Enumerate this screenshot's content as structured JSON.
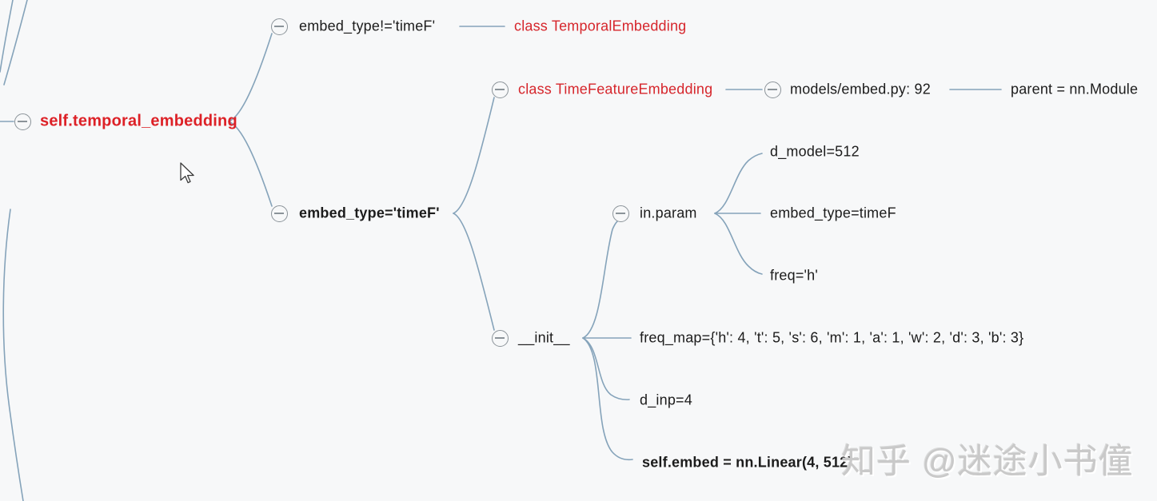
{
  "colors": {
    "background": "#f7f8f9",
    "branch_line": "#85a3ba",
    "toggle_gray": "#8b9399",
    "text_black": "#1c1c1c",
    "accent_red": "#d6262c",
    "watermark_gray": "#c9c9c9"
  },
  "root": {
    "label": "self.temporal_embedding"
  },
  "nodes": {
    "embed_type_not_timef": {
      "label": "embed_type!='timeF'"
    },
    "class_temporal_embedding": {
      "label": "class TemporalEmbedding"
    },
    "class_timefeature_embedding": {
      "label": "class TimeFeatureEmbedding"
    },
    "file_ref": {
      "label": "models/embed.py: 92"
    },
    "parent_module": {
      "label": "parent = nn.Module"
    },
    "embed_type_timef": {
      "label": "embed_type='timeF'"
    },
    "init": {
      "label": "__init__"
    },
    "in_param": {
      "label": "in.param"
    },
    "d_model": {
      "label": "d_model=512"
    },
    "embed_type_param": {
      "label": "embed_type=timeF"
    },
    "freq": {
      "label": "freq='h'"
    },
    "freq_map": {
      "label": "freq_map={'h': 4, 't': 5, 's': 6, 'm': 1, 'a': 1, 'w': 2, 'd': 3, 'b': 3}"
    },
    "d_inp": {
      "label": "d_inp=4"
    },
    "self_embed": {
      "label": "self.embed = nn.Linear(4, 512)"
    }
  },
  "icons": {
    "collapse_toggle": "minus-circle",
    "cursor": "arrow-pointer"
  },
  "watermark": {
    "text": "知乎 @迷途小书僮"
  }
}
